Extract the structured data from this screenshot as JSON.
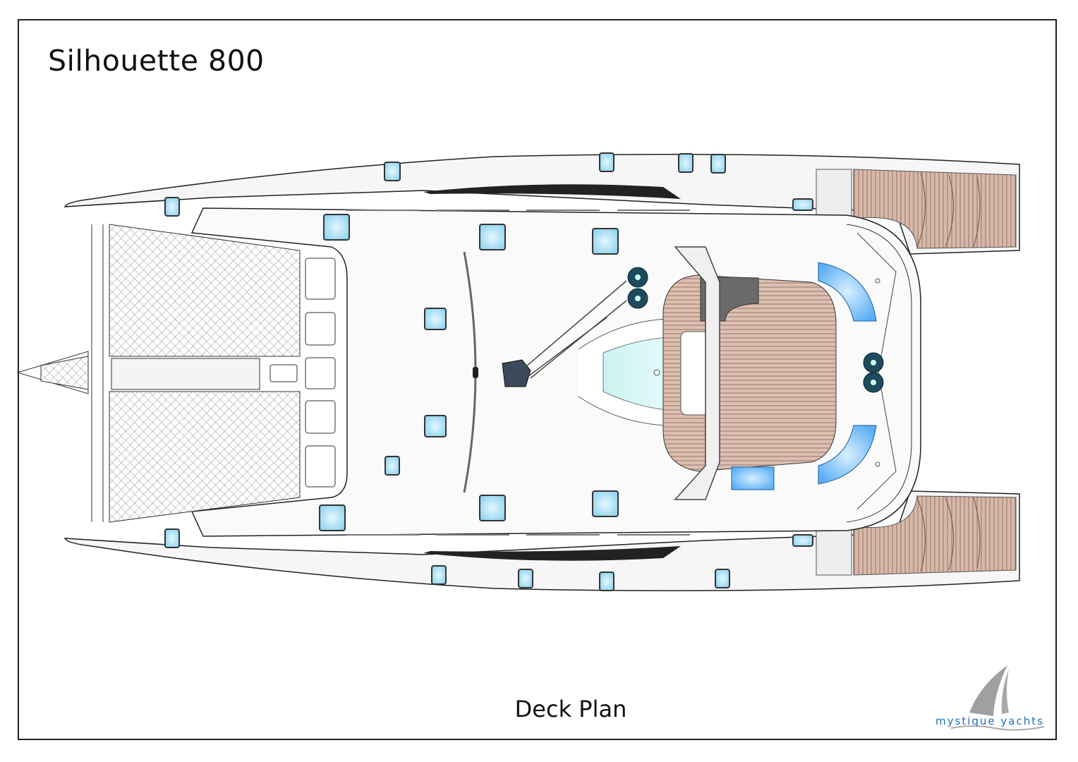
{
  "title": "Silhouette 800",
  "subtitle": "Deck Plan",
  "logo": {
    "text": "mystique yachts"
  },
  "colors": {
    "hatch": "#9fdcf2",
    "teak": "#d9b9a8",
    "cushion": "#6fb8f5",
    "winch": "#1d4a5c",
    "logo_blue": "#1f6fc0",
    "logo_grey": "#a0a0a0"
  }
}
